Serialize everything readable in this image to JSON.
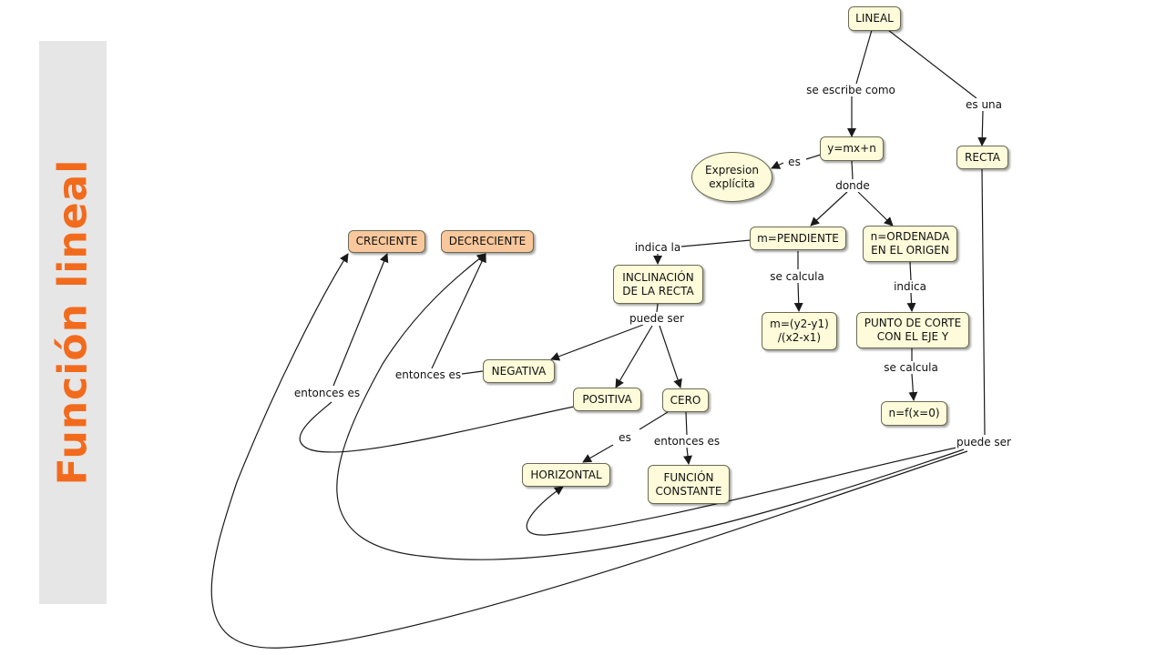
{
  "slide_title": "Función lineal",
  "colors": {
    "title": "#f26b1d",
    "title_bar": "#e6e6e6",
    "node_fill": "#fdfbd9",
    "node_fill_highlight": "#f8c79b",
    "line": "#1a1a1a"
  },
  "nodes": {
    "lineal": "LINEAL",
    "y_mx_n": "y=mx+n",
    "expresion_explicita": "Expresion\nexplícita",
    "recta": "RECTA",
    "m_pendiente": "m=PENDIENTE",
    "n_ordenada": "n=ORDENADA\nEN EL ORIGEN",
    "inclinacion": "INCLINACIÓN\nDE LA RECTA",
    "m_formula": "m=(y2-y1)\n/(x2-x1)",
    "punto_corte": "PUNTO DE CORTE\nCON EL EJE Y",
    "n_formula": "n=f(x=0)",
    "creciente": "CRECIENTE",
    "decreciente": "DECRECIENTE",
    "negativa": "NEGATIVA",
    "positiva": "POSITIVA",
    "cero": "CERO",
    "horizontal": "HORIZONTAL",
    "funcion_constante": "FUNCIÓN\nCONSTANTE"
  },
  "link_labels": {
    "se_escribe_como": "se escribe como",
    "es_una": "es una",
    "es_expresion": "es",
    "donde": "donde",
    "indica_la": "indica la",
    "se_calcula_m": "se calcula",
    "indica": "indica",
    "se_calcula_n": "se calcula",
    "puede_ser_inclinacion": "puede ser",
    "entonces_es_positiva": "entonces es",
    "entonces_es_negativa": "entonces es",
    "es_horizontal": "es",
    "entonces_es_cero": "entonces es",
    "puede_ser_recta": "puede ser"
  }
}
